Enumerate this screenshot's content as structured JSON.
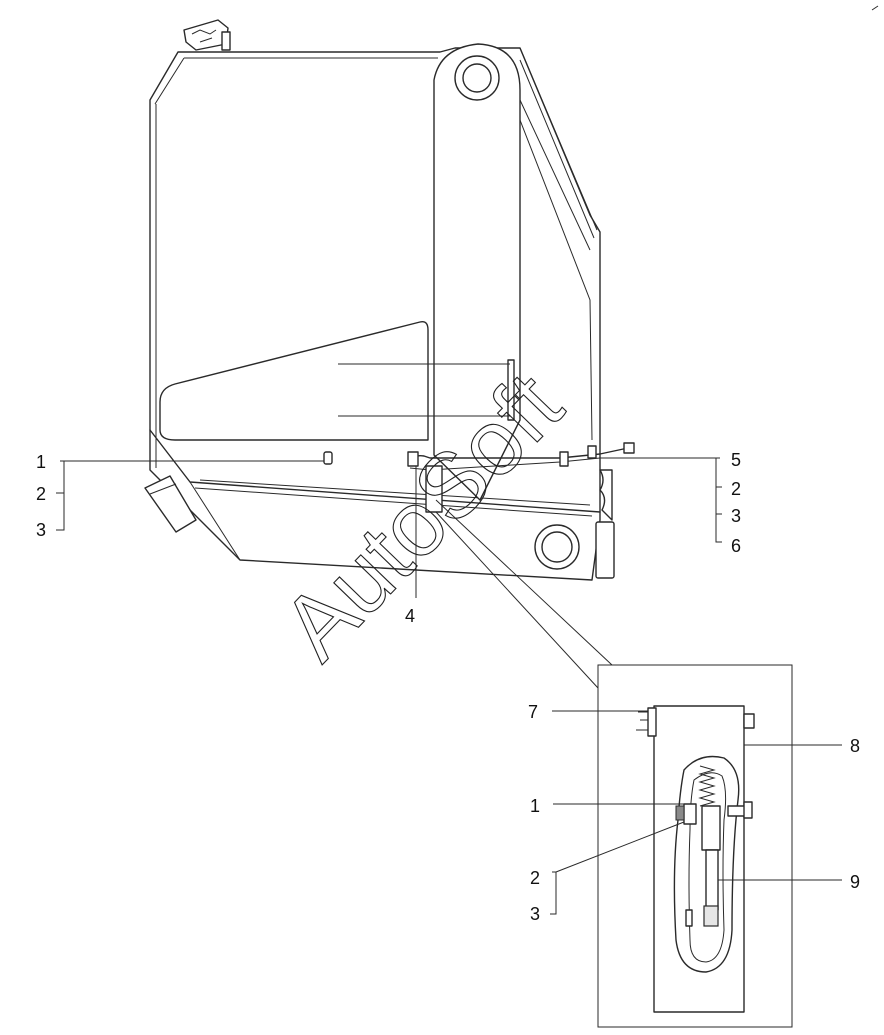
{
  "watermark": "AutoSoft",
  "callouts": {
    "left_1": "1",
    "left_2": "2",
    "left_3": "3",
    "bottom_4": "4",
    "right_5": "5",
    "right_2": "2",
    "right_3": "3",
    "right_6": "6",
    "detail_7": "7",
    "detail_8": "8",
    "detail_1": "1",
    "detail_2": "2",
    "detail_3": "3",
    "detail_9": "9"
  }
}
